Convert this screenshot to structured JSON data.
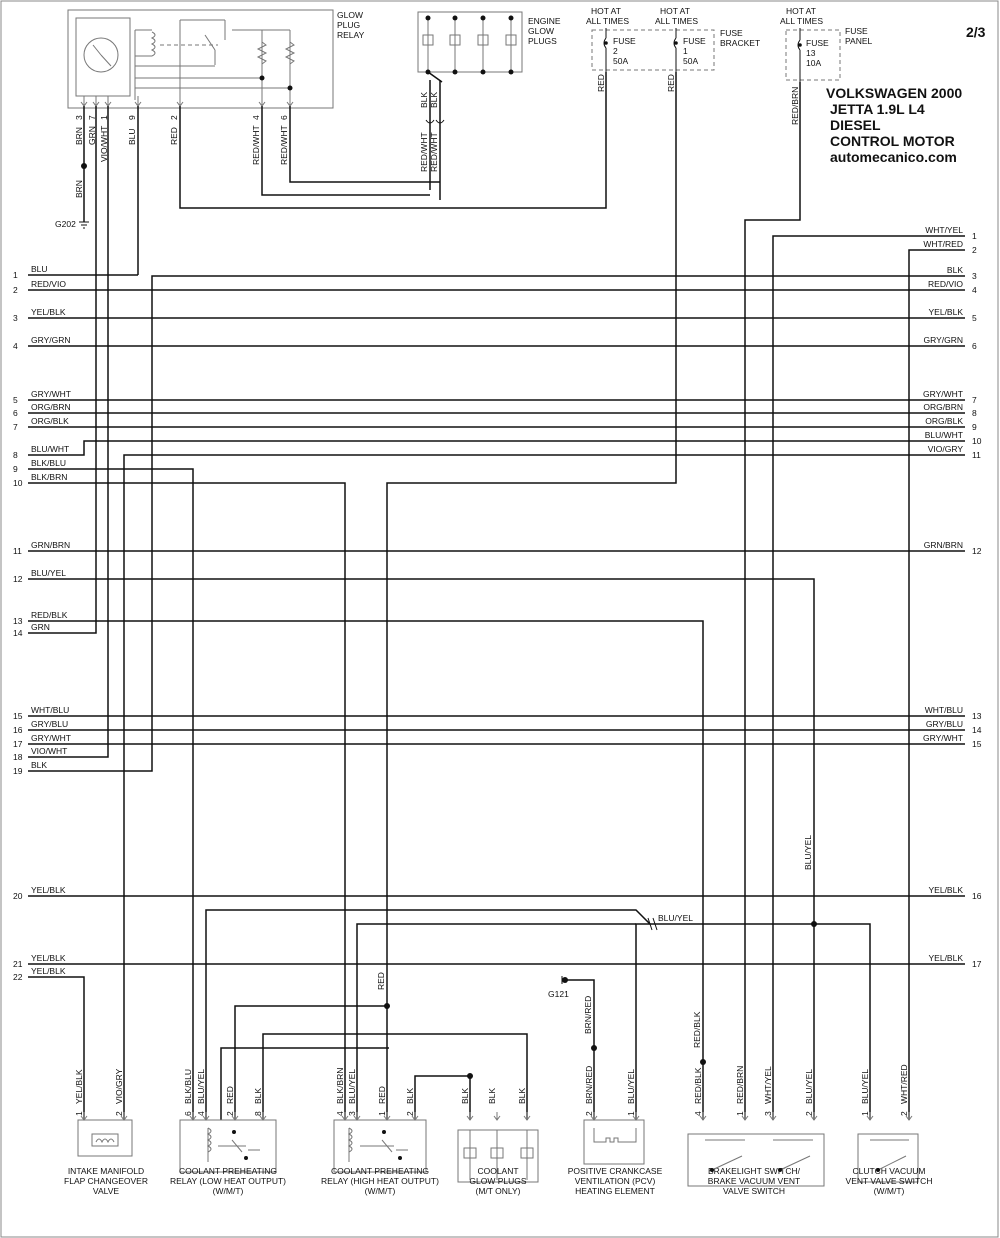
{
  "page_number": "2/3",
  "header": {
    "line1": "VOLKSWAGEN  2000",
    "line2": "JETTA 1.9L L4",
    "line3": "DIESEL",
    "line4": "CONTROL MOTOR",
    "line5": "automecanico.com"
  },
  "labels": {
    "glow_plug_relay": [
      "GLOW",
      "PLUG",
      "RELAY"
    ],
    "engine_glow_plugs": [
      "ENGINE",
      "GLOW",
      "PLUGS"
    ],
    "hot_at_all_times": [
      "HOT AT",
      "ALL TIMES"
    ],
    "fuse_bracket": [
      "FUSE",
      "BRACKET"
    ],
    "fuse_panel": [
      "FUSE",
      "PANEL"
    ],
    "fuse2": [
      "FUSE",
      "2",
      "50A"
    ],
    "fuse1": [
      "FUSE",
      "1",
      "50A"
    ],
    "fuse13": [
      "FUSE",
      "13",
      "10A"
    ],
    "g202": "G202",
    "g121": "G121"
  },
  "relay_pins": {
    "nums": [
      "3",
      "7",
      "1",
      "9",
      "2",
      "4",
      "6"
    ],
    "colors": [
      "BRN",
      "GRN",
      "VIO/WHT",
      "BLU",
      "RED",
      "RED/WHT",
      "RED/WHT"
    ]
  },
  "misc_wires": {
    "brn": "BRN",
    "blk": "BLK",
    "red_wht": "RED/WHT",
    "red": "RED",
    "red_brn": "RED/BRN",
    "blu_yel": "BLU/YEL",
    "brn_red": "BRN/RED",
    "red_blk": "RED/BLK"
  },
  "left_connector": [
    {
      "num": "1",
      "color": "BLU"
    },
    {
      "num": "2",
      "color": "RED/VIO"
    },
    {
      "num": "3",
      "color": "YEL/BLK"
    },
    {
      "num": "4",
      "color": "GRY/GRN"
    },
    {
      "num": "5",
      "color": "GRY/WHT"
    },
    {
      "num": "6",
      "color": "ORG/BRN"
    },
    {
      "num": "7",
      "color": "ORG/BLK"
    },
    {
      "num": "8",
      "color": "BLU/WHT"
    },
    {
      "num": "9",
      "color": "BLK/BLU"
    },
    {
      "num": "10",
      "color": "BLK/BRN"
    },
    {
      "num": "11",
      "color": "GRN/BRN"
    },
    {
      "num": "12",
      "color": "BLU/YEL"
    },
    {
      "num": "13",
      "color": "RED/BLK"
    },
    {
      "num": "14",
      "color": "GRN"
    },
    {
      "num": "15",
      "color": "WHT/BLU"
    },
    {
      "num": "16",
      "color": "GRY/BLU"
    },
    {
      "num": "17",
      "color": "GRY/WHT"
    },
    {
      "num": "18",
      "color": "VIO/WHT"
    },
    {
      "num": "19",
      "color": "BLK"
    },
    {
      "num": "20",
      "color": "YEL/BLK"
    },
    {
      "num": "21",
      "color": "YEL/BLK"
    },
    {
      "num": "22",
      "color": "YEL/BLK"
    }
  ],
  "right_connector": [
    {
      "num": "1",
      "color": "WHT/YEL"
    },
    {
      "num": "2",
      "color": "WHT/RED"
    },
    {
      "num": "3",
      "color": "BLK"
    },
    {
      "num": "4",
      "color": "RED/VIO"
    },
    {
      "num": "5",
      "color": "YEL/BLK"
    },
    {
      "num": "6",
      "color": "GRY/GRN"
    },
    {
      "num": "7",
      "color": "GRY/WHT"
    },
    {
      "num": "8",
      "color": "ORG/BRN"
    },
    {
      "num": "9",
      "color": "ORG/BLK"
    },
    {
      "num": "10",
      "color": "BLU/WHT"
    },
    {
      "num": "11",
      "color": "VIO/GRY"
    },
    {
      "num": "12",
      "color": "GRN/BRN"
    },
    {
      "num": "13",
      "color": "WHT/BLU"
    },
    {
      "num": "14",
      "color": "GRY/BLU"
    },
    {
      "num": "15",
      "color": "GRY/WHT"
    },
    {
      "num": "16",
      "color": "YEL/BLK"
    },
    {
      "num": "17",
      "color": "YEL/BLK"
    }
  ],
  "components": {
    "intake": {
      "lines": [
        "INTAKE MANIFOLD",
        "FLAP CHANGEOVER",
        "VALVE"
      ],
      "pins": [
        "1",
        "2"
      ],
      "wires": [
        "YEL/BLK",
        "VIO/GRY"
      ]
    },
    "cpr_low": {
      "lines": [
        "COOLANT PREHEATING",
        "RELAY (LOW HEAT OUTPUT)",
        "(W/M/T)"
      ],
      "pins": [
        "6",
        "4",
        "2",
        "8"
      ],
      "wires": [
        "BLK/BLU",
        "BLU/YEL",
        "RED",
        "BLK"
      ]
    },
    "cpr_high": {
      "lines": [
        "COOLANT PREHEATING",
        "RELAY (HIGH HEAT OUTPUT)",
        "(W/M/T)"
      ],
      "pins": [
        "4",
        "3",
        "1",
        "2"
      ],
      "wires": [
        "BLK/BRN",
        "BLU/YEL",
        "RED",
        "BLK"
      ]
    },
    "coolant_plugs": {
      "lines": [
        "COOLANT",
        "GLOW PLUGS",
        "(M/T ONLY)"
      ],
      "wires": [
        "BLK",
        "BLK",
        "BLK"
      ]
    },
    "pcv": {
      "lines": [
        "POSITIVE CRANKCASE",
        "VENTILATION (PCV)",
        "HEATING ELEMENT"
      ],
      "pins": [
        "2",
        "1"
      ],
      "wires": [
        "BRN/RED",
        "BLU/YEL"
      ]
    },
    "brake": {
      "lines": [
        "BRAKELIGHT SWITCH/",
        "BRAKE VACUUM VENT",
        "VALVE SWITCH"
      ],
      "pins": [
        "4",
        "1",
        "3",
        "2"
      ],
      "wires": [
        "RED/BLK",
        "RED/BRN",
        "WHT/YEL",
        "BLU/YEL"
      ]
    },
    "clutch": {
      "lines": [
        "CLUTCH VACUUM",
        "VENT VALVE SWITCH",
        "(W/M/T)"
      ],
      "pins": [
        "1",
        "2"
      ],
      "wires": [
        "BLU/YEL",
        "WHT/RED"
      ]
    }
  }
}
